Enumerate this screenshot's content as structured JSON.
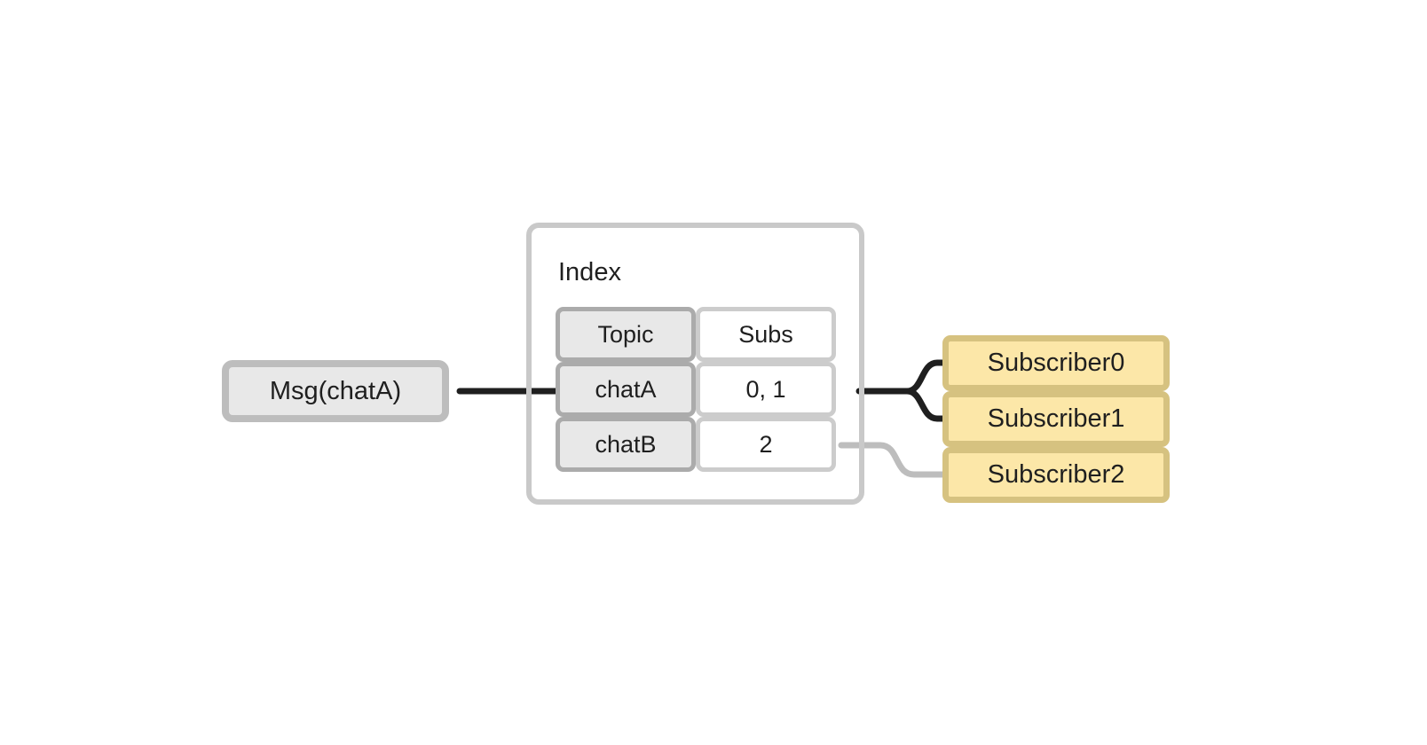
{
  "diagram": {
    "type": "pubsub-routing-flowchart",
    "colors": {
      "node_fill_grey": "#e8e8e8",
      "node_border_grey": "#bdbdbd",
      "subgraph_border": "#c9c9c9",
      "table_topic_border": "#ababab",
      "table_subs_border": "#cccccc",
      "subscriber_fill": "#fce7a8",
      "subscriber_border": "#d6c280",
      "edge_active": "#1f1f1f",
      "edge_inactive": "#bdbdbd",
      "text": "#1f1f1f",
      "background": "#ffffff"
    }
  },
  "message": {
    "label": "Msg(chatA)"
  },
  "index": {
    "title": "Index",
    "table": {
      "headers": [
        "Topic",
        "Subs"
      ],
      "rows": [
        {
          "topic": "chatA",
          "subs": "0, 1"
        },
        {
          "topic": "chatB",
          "subs": "2"
        }
      ]
    }
  },
  "subscribers": [
    {
      "label": "Subscriber0",
      "edge_state": "active"
    },
    {
      "label": "Subscriber1",
      "edge_state": "active"
    },
    {
      "label": "Subscriber2",
      "edge_state": "inactive"
    }
  ],
  "edges": [
    {
      "name": "msg-to-index",
      "from": "Msg(chatA)",
      "to": "chatA",
      "state": "active"
    },
    {
      "name": "chatA-to-subscriber0",
      "from": "chatA",
      "to": "Subscriber0",
      "state": "active"
    },
    {
      "name": "chatA-to-subscriber1",
      "from": "chatA",
      "to": "Subscriber1",
      "state": "active"
    },
    {
      "name": "chatB-to-subscriber2",
      "from": "chatB",
      "to": "Subscriber2",
      "state": "inactive"
    }
  ]
}
